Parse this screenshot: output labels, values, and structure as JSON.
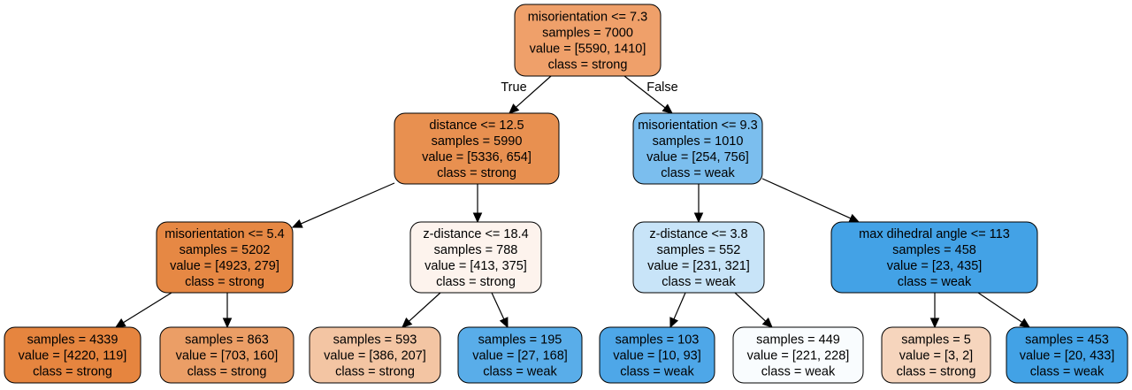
{
  "tree": {
    "nodes": [
      {
        "id": "n0",
        "lines": [
          "misorientation <= 7.3",
          "samples = 7000",
          "value = [5590, 1410]",
          "class = strong"
        ],
        "fill": "#efa06a"
      },
      {
        "id": "n1",
        "lines": [
          "distance <= 12.5",
          "samples = 5990",
          "value = [5336, 654]",
          "class = strong"
        ],
        "fill": "#e89050"
      },
      {
        "id": "n2",
        "lines": [
          "misorientation <= 9.3",
          "samples = 1010",
          "value = [254, 756]",
          "class = weak"
        ],
        "fill": "#7bbeee"
      },
      {
        "id": "n3",
        "lines": [
          "misorientation <= 5.4",
          "samples = 5202",
          "value = [4923, 279]",
          "class = strong"
        ],
        "fill": "#e68844"
      },
      {
        "id": "n4",
        "lines": [
          "z-distance <= 18.4",
          "samples = 788",
          "value = [413, 375]",
          "class = strong"
        ],
        "fill": "#fdf3ed"
      },
      {
        "id": "n5",
        "lines": [
          "z-distance <= 3.8",
          "samples = 552",
          "value = [231, 321]",
          "class = weak"
        ],
        "fill": "#c8e4f8"
      },
      {
        "id": "n6",
        "lines": [
          "max dihedral angle <= 113",
          "samples = 458",
          "value = [23, 435]",
          "class = weak"
        ],
        "fill": "#43a2e6"
      },
      {
        "id": "n7",
        "lines": [
          "samples = 4339",
          "value = [4220, 119]",
          "class = strong"
        ],
        "fill": "#e6853f"
      },
      {
        "id": "n8",
        "lines": [
          "samples = 863",
          "value = [703, 160]",
          "class = strong"
        ],
        "fill": "#eb9e66"
      },
      {
        "id": "n9",
        "lines": [
          "samples = 593",
          "value = [386, 207]",
          "class = strong"
        ],
        "fill": "#f3c5a3"
      },
      {
        "id": "n10",
        "lines": [
          "samples = 195",
          "value = [27, 168]",
          "class = weak"
        ],
        "fill": "#59ade9"
      },
      {
        "id": "n11",
        "lines": [
          "samples = 103",
          "value = [10, 93]",
          "class = weak"
        ],
        "fill": "#4ea7e8"
      },
      {
        "id": "n12",
        "lines": [
          "samples = 449",
          "value = [221, 228]",
          "class = weak"
        ],
        "fill": "#f9fcfe"
      },
      {
        "id": "n13",
        "lines": [
          "samples = 5",
          "value = [3, 2]",
          "class = strong"
        ],
        "fill": "#f6d5bd"
      },
      {
        "id": "n14",
        "lines": [
          "samples = 453",
          "value = [20, 433]",
          "class = weak"
        ],
        "fill": "#42a2e6"
      }
    ],
    "edges": [
      {
        "from": "n0",
        "to": "n1",
        "label": "True"
      },
      {
        "from": "n0",
        "to": "n2",
        "label": "False"
      },
      {
        "from": "n1",
        "to": "n3",
        "label": ""
      },
      {
        "from": "n1",
        "to": "n4",
        "label": ""
      },
      {
        "from": "n2",
        "to": "n5",
        "label": ""
      },
      {
        "from": "n2",
        "to": "n6",
        "label": ""
      },
      {
        "from": "n3",
        "to": "n7",
        "label": ""
      },
      {
        "from": "n3",
        "to": "n8",
        "label": ""
      },
      {
        "from": "n4",
        "to": "n9",
        "label": ""
      },
      {
        "from": "n4",
        "to": "n10",
        "label": ""
      },
      {
        "from": "n5",
        "to": "n11",
        "label": ""
      },
      {
        "from": "n5",
        "to": "n12",
        "label": ""
      },
      {
        "from": "n6",
        "to": "n13",
        "label": ""
      },
      {
        "from": "n6",
        "to": "n14",
        "label": ""
      }
    ]
  }
}
